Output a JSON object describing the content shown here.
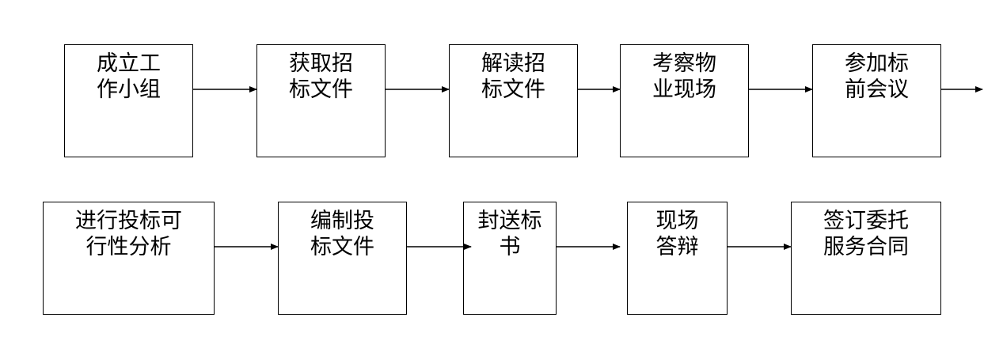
{
  "diagram": {
    "row1": [
      {
        "line1": "成立工",
        "line2": "作小组"
      },
      {
        "line1": "获取招",
        "line2": "标文件"
      },
      {
        "line1": "解读招",
        "line2": "标文件"
      },
      {
        "line1": "考察物",
        "line2": "业现场"
      },
      {
        "line1": "参加标",
        "line2": "前会议"
      }
    ],
    "row2": [
      {
        "line1": "进行投标可",
        "line2": "行性分析"
      },
      {
        "line1": "编制投",
        "line2": "标文件"
      },
      {
        "line1": "封送标",
        "line2": "书"
      },
      {
        "line1": "现场",
        "line2": "答辩"
      },
      {
        "line1": "签订委托",
        "line2": "服务合同"
      }
    ],
    "colors": {
      "stroke": "#000000",
      "fill": "#ffffff"
    }
  }
}
